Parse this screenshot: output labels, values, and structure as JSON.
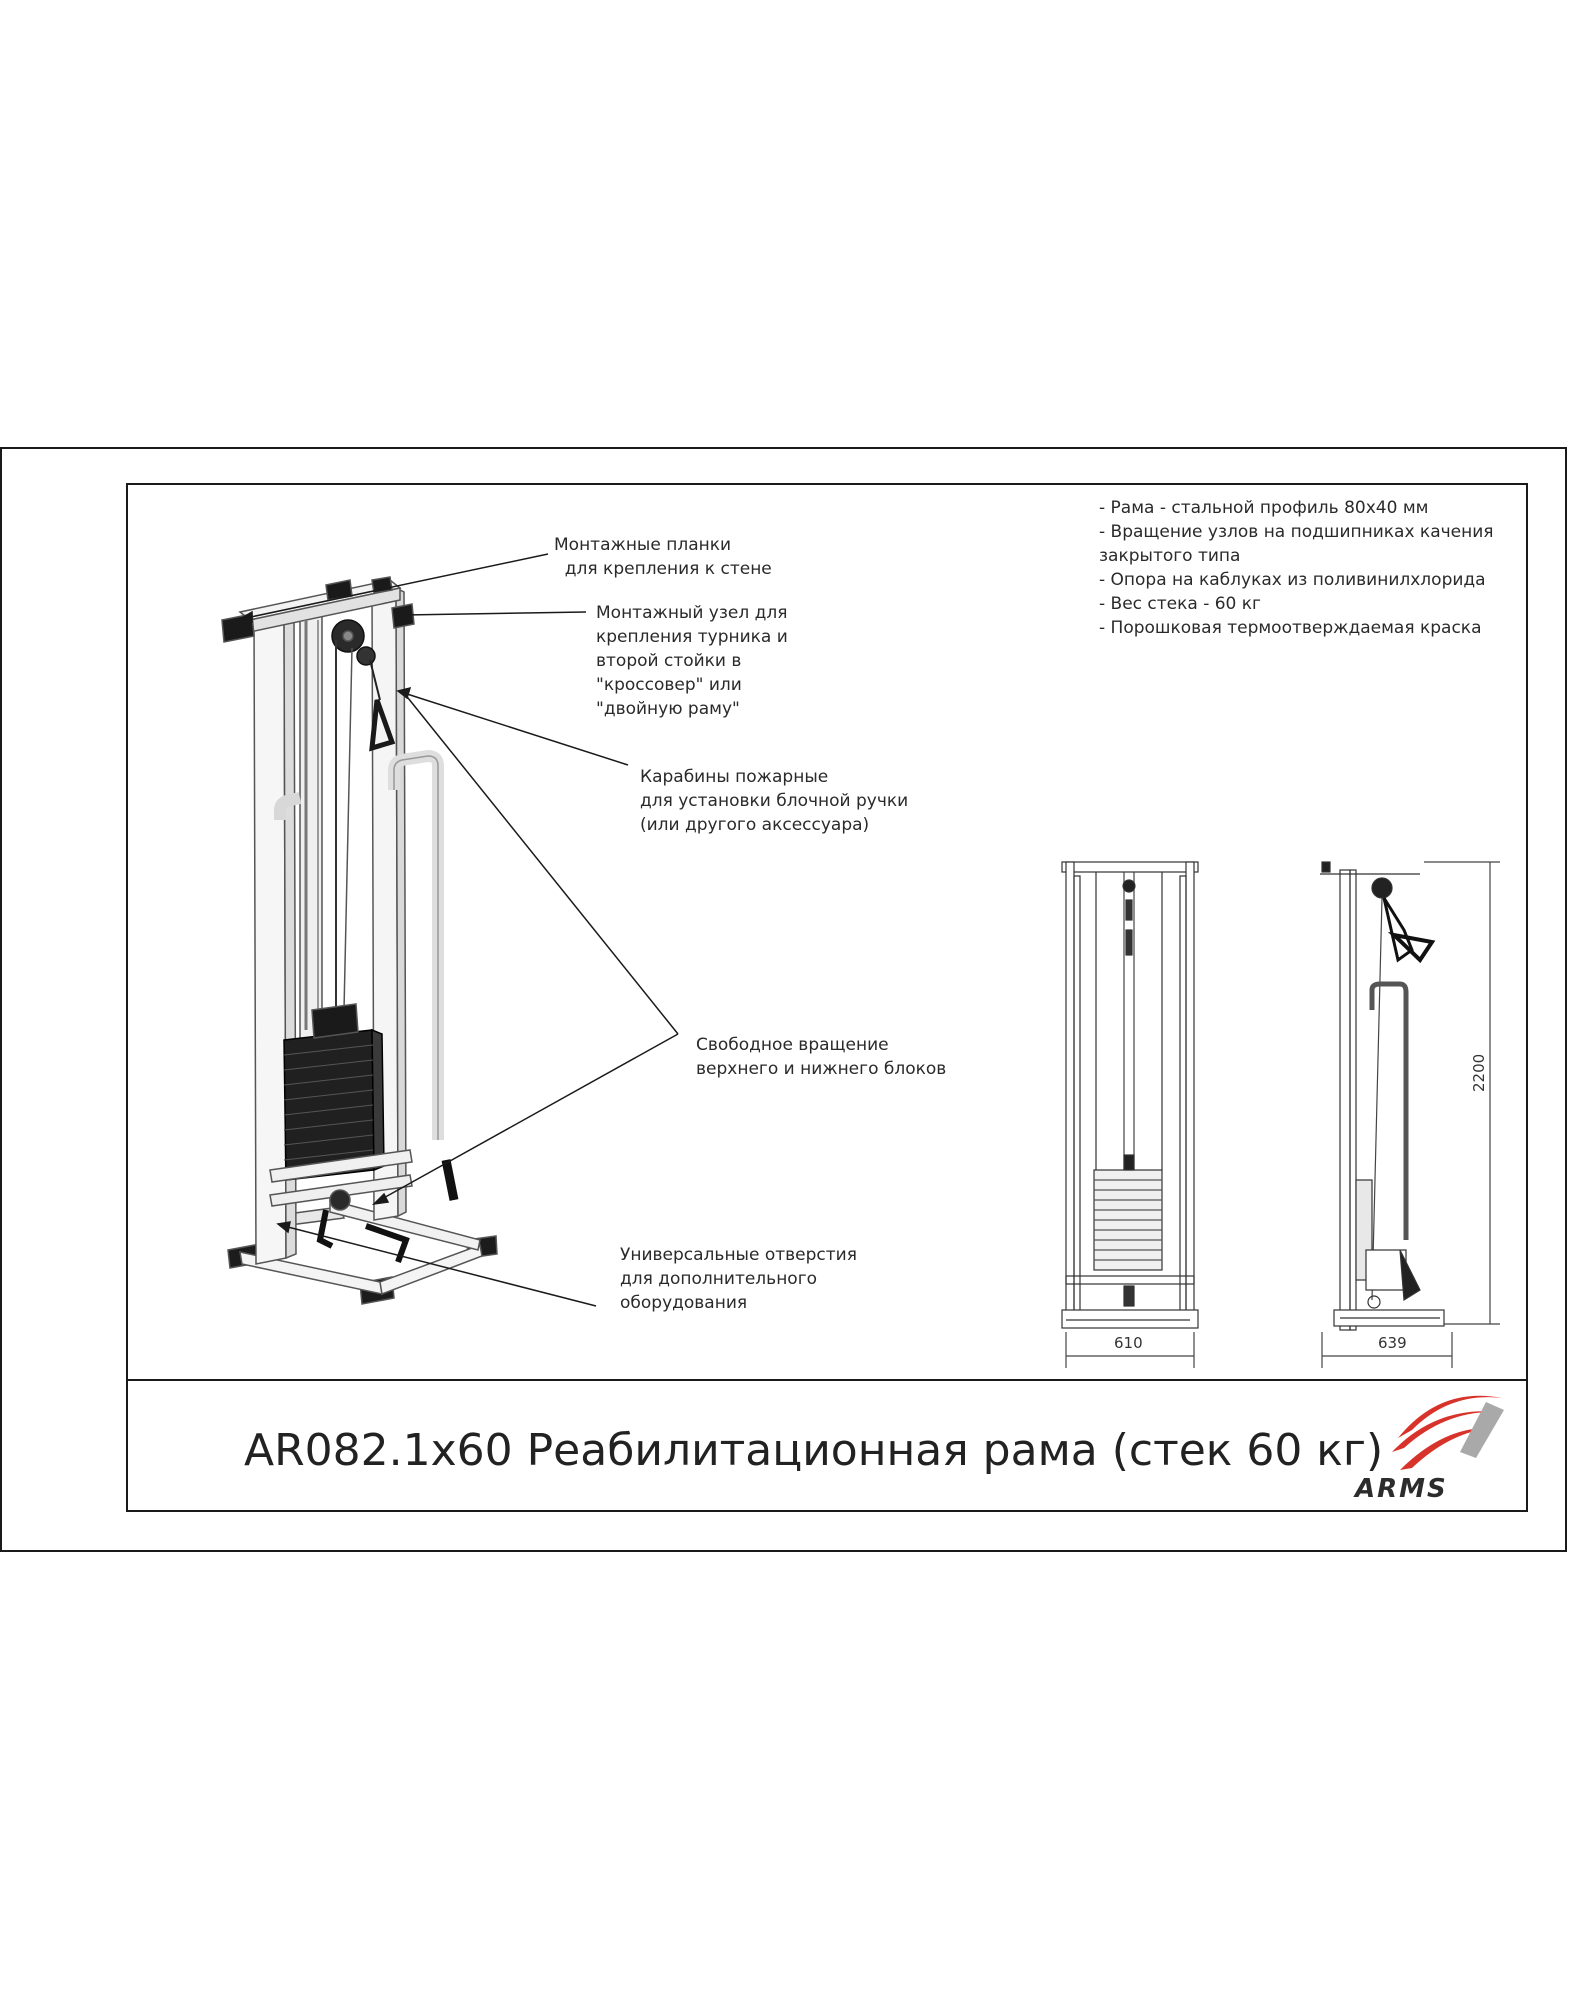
{
  "title": "AR082.1x60 Реабилитационная рама (стек 60 кг)",
  "specs": [
    "- Рама - стальной профиль 80x40 мм",
    "- Вращение узлов на подшипниках качения",
    "закрытого типа",
    "- Опора на каблуках из поливинилхлорида",
    "- Вес стека - 60 кг",
    "- Порошковая термоотверждаемая краска"
  ],
  "callouts": {
    "mounting_strips": "Монтажные планки\n  для крепления к стене",
    "mounting_node": "Монтажный узел для\nкрепления турника и\nвторой стойки в\n\"кроссовер\" или\n\"двойную раму\"",
    "carabiners": "Карабины пожарные\nдля установки блочной ручки\n(или другого аксессуара)",
    "free_rotation": "Свободное вращение\nверхнего и нижнего блоков",
    "universal_holes": "Универсальные отверстия\nдля дополнительного\nоборудования"
  },
  "dimensions": {
    "front_width": "610",
    "side_depth": "639",
    "height": "2200"
  },
  "logo": {
    "text": "ARMS",
    "colors": {
      "red": "#d8332a",
      "grey": "#3a3a3a"
    }
  }
}
